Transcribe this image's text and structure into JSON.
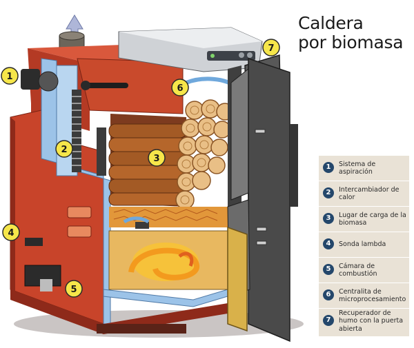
{
  "title": {
    "line1": "Caldera",
    "line2": "por biomasa"
  },
  "callouts": [
    "1",
    "2",
    "3",
    "4",
    "5",
    "6",
    "7"
  ],
  "legend": [
    {
      "num": "1",
      "text": "Sistema de aspiración"
    },
    {
      "num": "2",
      "text": "Intercambiador de calor"
    },
    {
      "num": "3",
      "text": "Lugar de carga de la biomasa"
    },
    {
      "num": "4",
      "text": "Sonda lambda"
    },
    {
      "num": "5",
      "text": "Cámara de combustión"
    },
    {
      "num": "6",
      "text": "Centralita de microprocesamiento"
    },
    {
      "num": "7",
      "text": "Recuperador de humo con la puerta abierta"
    }
  ],
  "colors": {
    "boiler_red": "#c8442a",
    "boiler_dark_red": "#8e2a1a",
    "insulation_blue": "#9cc3e8",
    "wood": "#a35a25",
    "wood_end": "#e9bf86",
    "door_dark": "#4a4a4a",
    "control_panel": "#d9dcdf",
    "callout_yellow": "#f6e64a",
    "flame": "#f39a1e",
    "legend_bg": "#e9e2d6",
    "legend_badge": "#24476b"
  }
}
